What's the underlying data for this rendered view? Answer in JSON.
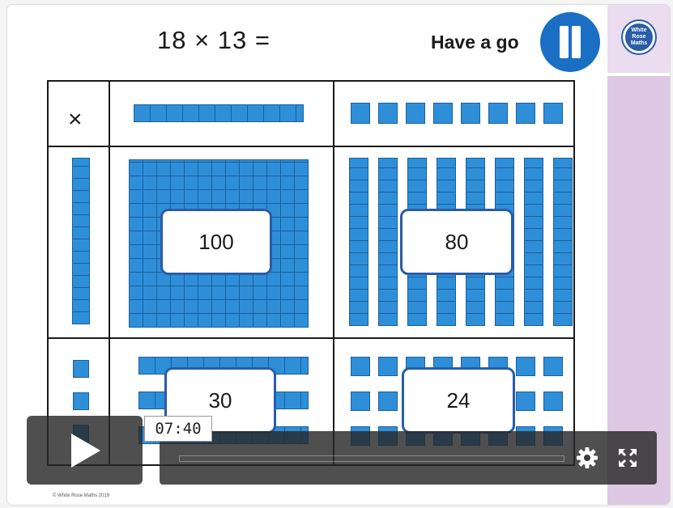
{
  "slide": {
    "equation": "18 × 13 =",
    "prompt": "Have a go",
    "logo_text": "White\nRose\nMaths",
    "copyright": "© White Rose Maths 2019"
  },
  "grid": {
    "corner_symbol": "×",
    "cells": [
      {
        "value": "100"
      },
      {
        "value": "80"
      },
      {
        "value": "30"
      },
      {
        "value": "24"
      }
    ]
  },
  "player": {
    "current_time": "07:40",
    "icons": [
      "play-icon",
      "pause-icon",
      "settings-icon",
      "fullscreen-icon"
    ]
  },
  "colors": {
    "base10_blue": "#2e8fd8",
    "box_border": "#2a5ca8",
    "sidebar": "#ddc9e3",
    "pause_blue": "#1a6fc4"
  }
}
